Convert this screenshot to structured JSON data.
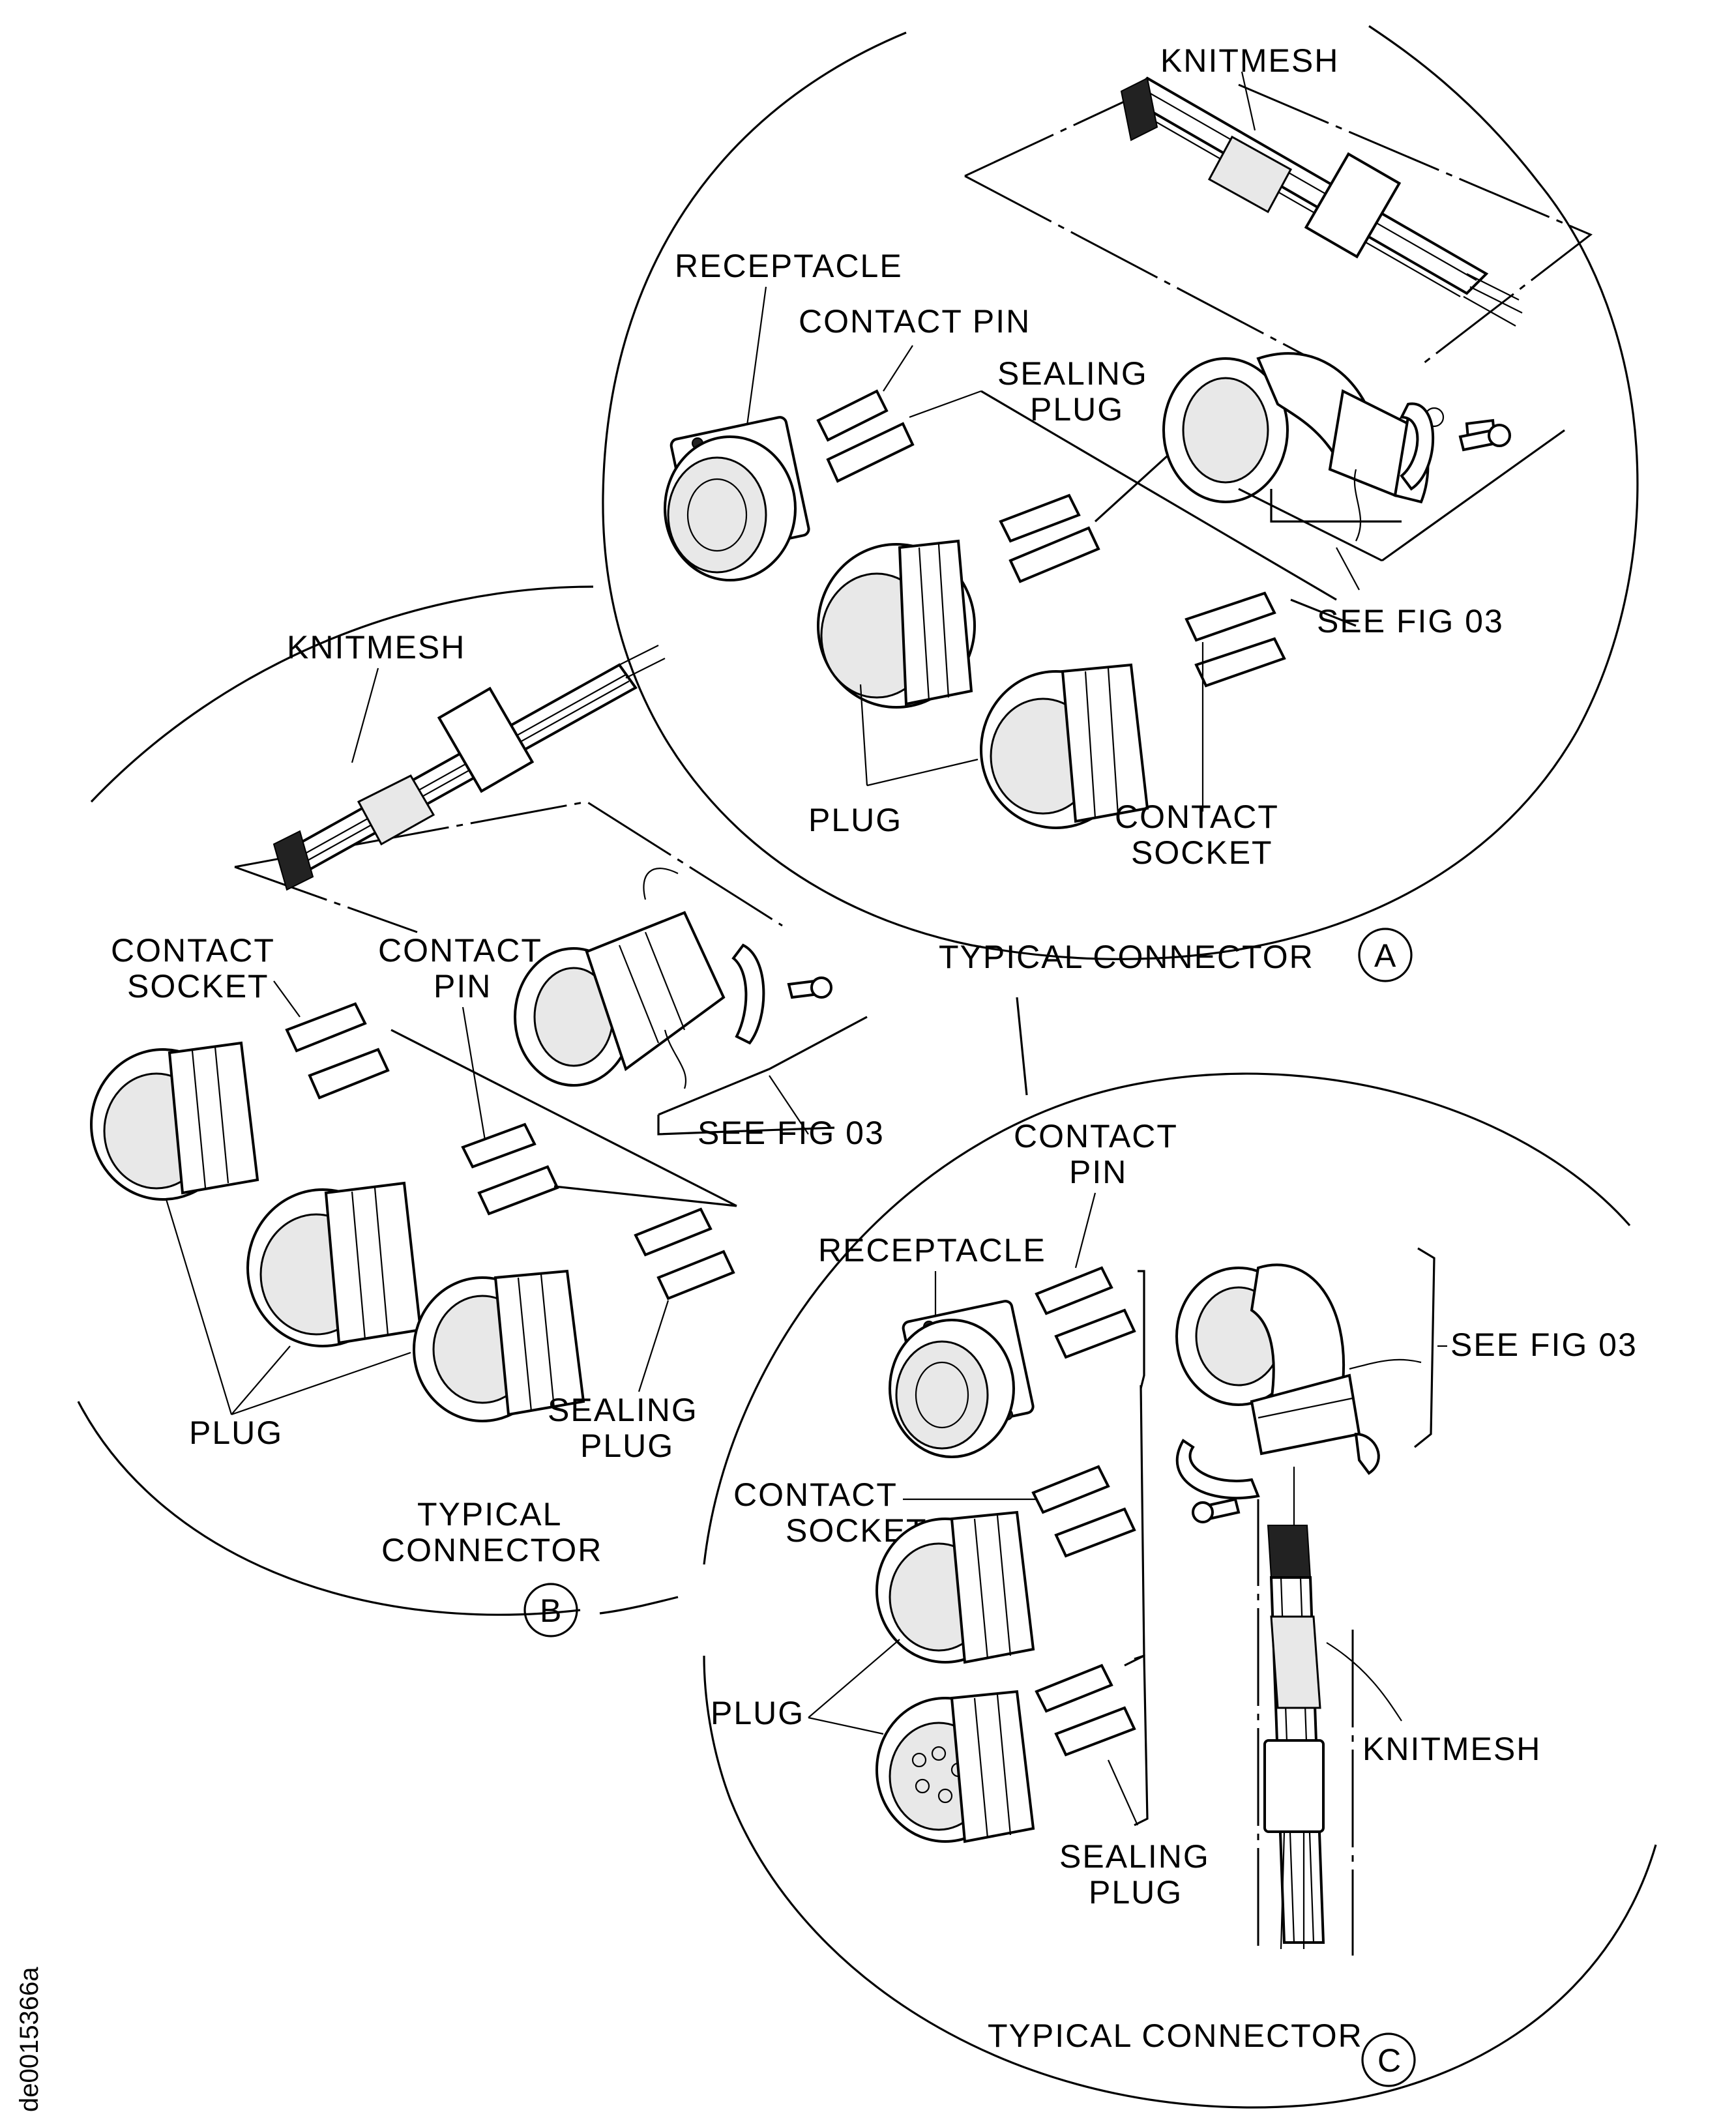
{
  "colors": {
    "ink": "#000000",
    "paper": "#ffffff"
  },
  "views": {
    "a": {
      "caption": "TYPICAL CONNECTOR",
      "badge": "A",
      "labels": {
        "knitmesh": "KNITMESH",
        "receptacle": "RECEPTACLE",
        "contact_pin": "CONTACT PIN",
        "sealing_plug_1": "SEALING",
        "sealing_plug_2": "PLUG",
        "see_fig": "SEE FIG 03",
        "plug": "PLUG",
        "contact_socket_1": "CONTACT",
        "contact_socket_2": "SOCKET"
      }
    },
    "b": {
      "caption_1": "TYPICAL",
      "caption_2": "CONNECTOR",
      "badge": "B",
      "labels": {
        "knitmesh": "KNITMESH",
        "contact_socket_1": "CONTACT",
        "contact_socket_2": "SOCKET",
        "contact_pin_1": "CONTACT",
        "contact_pin_2": "PIN",
        "see_fig": "SEE FIG 03",
        "plug": "PLUG",
        "sealing_plug_1": "SEALING",
        "sealing_plug_2": "PLUG"
      }
    },
    "c": {
      "caption": "TYPICAL CONNECTOR",
      "badge": "C",
      "labels": {
        "contact_pin_1": "CONTACT",
        "contact_pin_2": "PIN",
        "receptacle": "RECEPTACLE",
        "see_fig": "SEE FIG 03",
        "contact_socket_1": "CONTACT",
        "contact_socket_2": "SOCKET",
        "plug": "PLUG",
        "knitmesh": "KNITMESH",
        "sealing_plug_1": "SEALING",
        "sealing_plug_2": "PLUG"
      }
    }
  },
  "figure_id": "de0015366a"
}
